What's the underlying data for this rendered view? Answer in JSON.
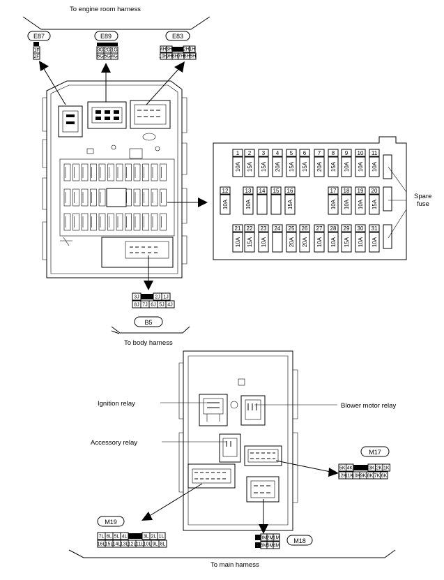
{
  "labels": {
    "engine_room": "To engine room harness",
    "body": "To body harness",
    "main": "To main harness",
    "spare_fuse": "Spare\nfuse",
    "ignition_relay": "Ignition relay",
    "accessory_relay": "Accessory relay",
    "blower_motor_relay": "Blower motor relay"
  },
  "connectors": {
    "E87": {
      "id": "E87",
      "pins": [
        "1F",
        "2F"
      ]
    },
    "E89": {
      "id": "E89",
      "row1": [
        "3G",
        "2G",
        "1G"
      ],
      "row2": [
        "6G",
        "5G",
        "4G"
      ]
    },
    "E83": {
      "id": "E83",
      "row1": [
        "4H",
        "3H",
        "",
        "2H",
        "1H"
      ],
      "row2": [
        "10H",
        "9H",
        "8H",
        "7H",
        "6H",
        "5H"
      ]
    },
    "B5": {
      "id": "B5",
      "row1": [
        "3J",
        "",
        "2J",
        "1J"
      ],
      "row2": [
        "8J",
        "7J",
        "6J",
        "5J",
        "4J"
      ]
    },
    "M17": {
      "id": "M17",
      "row1": [
        "5K",
        "4K",
        "",
        "3K",
        "2K",
        "1K"
      ],
      "row2": [
        "12K",
        "11K",
        "10K",
        "9K",
        "8K",
        "7K",
        "6K"
      ]
    },
    "M18": {
      "id": "M18",
      "row1": [
        "",
        "3M",
        "2M",
        "1M"
      ],
      "row2": [
        "",
        "6M",
        "5M",
        "4M"
      ]
    },
    "M19": {
      "id": "M19",
      "row1": [
        "7L",
        "6L",
        "5L",
        "4L",
        "",
        "3L",
        "2L",
        "1L"
      ],
      "row2": [
        "16L",
        "15L",
        "14L",
        "13L",
        "12L",
        "11L",
        "10L",
        "9L",
        "8L"
      ]
    }
  },
  "fuses": {
    "row1": [
      {
        "n": "1",
        "a": "10A"
      },
      {
        "n": "2",
        "a": "15A"
      },
      {
        "n": "3",
        "a": "15A"
      },
      {
        "n": "4",
        "a": "20A"
      },
      {
        "n": "5",
        "a": "15A"
      },
      {
        "n": "6",
        "a": "15A"
      },
      {
        "n": "7",
        "a": "20A"
      },
      {
        "n": "8",
        "a": "15A"
      },
      {
        "n": "9",
        "a": "10A"
      },
      {
        "n": "10",
        "a": "10A"
      },
      {
        "n": "11",
        "a": "10A"
      }
    ],
    "row2": [
      {
        "n": "12",
        "a": "10A"
      },
      {
        "n": "13",
        "a": "10A"
      },
      {
        "n": "14",
        "a": ""
      },
      {
        "n": "15",
        "a": ""
      },
      {
        "n": "16",
        "a": "15A"
      },
      {
        "n": "17",
        "a": "10A"
      },
      {
        "n": "18",
        "a": "10A"
      },
      {
        "n": "19",
        "a": "10A"
      },
      {
        "n": "20",
        "a": "15A"
      }
    ],
    "row3": [
      {
        "n": "21",
        "a": "10A"
      },
      {
        "n": "22",
        "a": "15A"
      },
      {
        "n": "23",
        "a": "10A"
      },
      {
        "n": "24",
        "a": ""
      },
      {
        "n": "25",
        "a": "20A"
      },
      {
        "n": "26",
        "a": "20A"
      },
      {
        "n": "27",
        "a": "10A"
      },
      {
        "n": "28",
        "a": "10A"
      },
      {
        "n": "29",
        "a": "15A"
      },
      {
        "n": "30",
        "a": "10A"
      },
      {
        "n": "31",
        "a": "10A"
      }
    ]
  }
}
